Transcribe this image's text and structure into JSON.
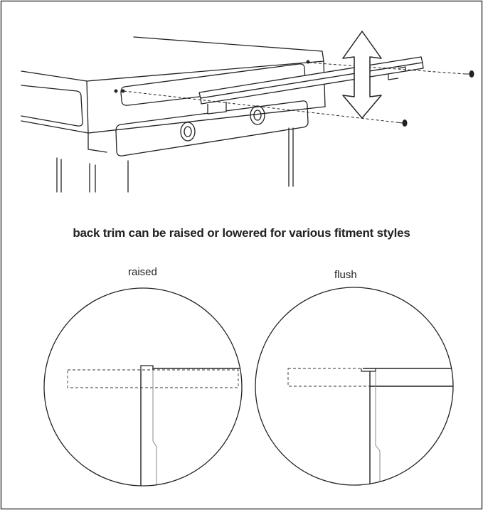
{
  "caption": "back trim can be raised or lowered for various fitment styles",
  "details": {
    "raised": {
      "label": "raised"
    },
    "flush": {
      "label": "flush"
    }
  },
  "colors": {
    "line": "#222222",
    "thin": "#777777",
    "background": "#ffffff"
  },
  "icons": [
    "up-down-arrow-icon",
    "screw-icon"
  ]
}
